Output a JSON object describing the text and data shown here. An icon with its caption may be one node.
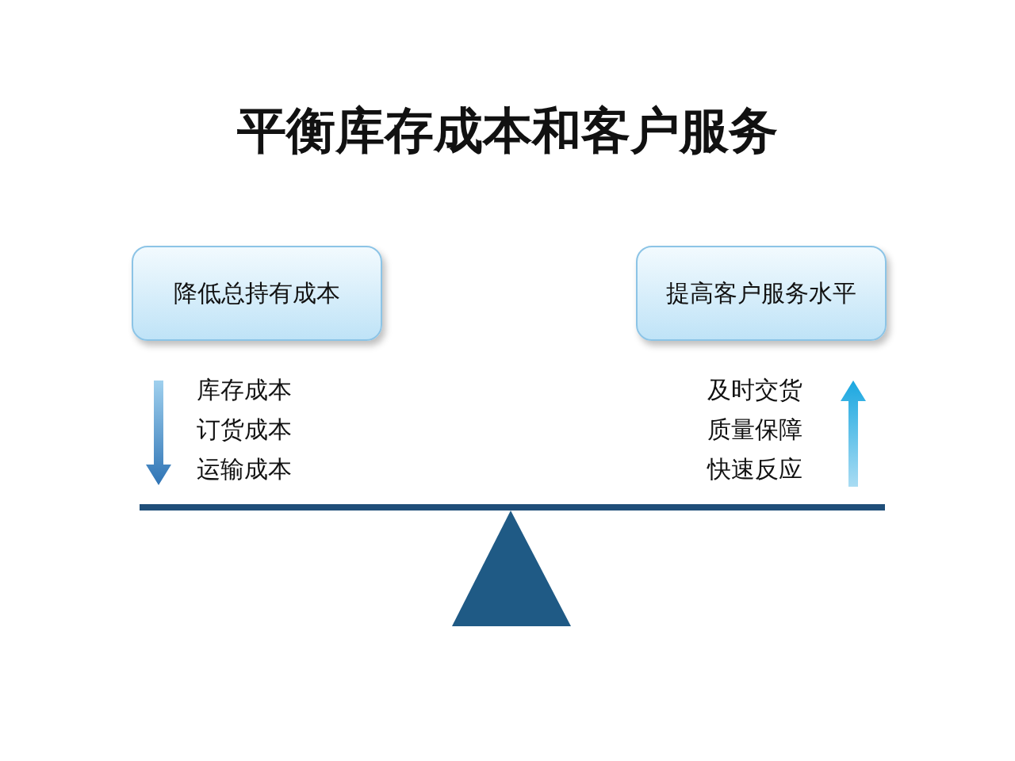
{
  "diagram": {
    "title": "平衡库存成本和客户服务",
    "nodes": [
      {
        "text": [
          "降低总持有成本"
        ]
      },
      {
        "text": [
          "提高客户服务水平"
        ]
      }
    ],
    "labels": [
      "库存成本",
      "订货成本",
      "运输成本",
      "及时交货",
      "质量保障",
      "快速反应"
    ]
  }
}
